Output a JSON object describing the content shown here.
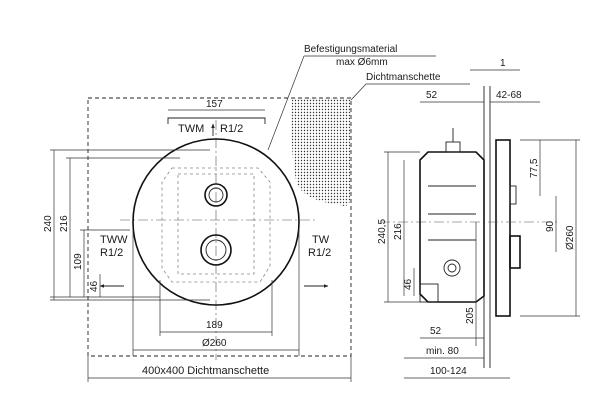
{
  "front_view": {
    "dim_frame": "400x400  Dichtmanschette",
    "dim_width_189": "189",
    "dim_diameter_260": "Ø260",
    "dim_157": "157",
    "dim_height_240": "240",
    "dim_height_216": "216",
    "dim_height_109": "109",
    "dim_height_46": "46",
    "port_twm": "TWM",
    "port_twm_thread": "R1/2",
    "port_tww": "TWW",
    "port_tww_thread": "R1/2",
    "port_tw": "TW",
    "port_tw_thread": "R1/2"
  },
  "side_view": {
    "note_befestigung": "Befestigungsmaterial",
    "note_max": "max Ø6mm",
    "note_dichtmanschette": "Dichtmanschette",
    "dim_1": "1",
    "dim_52_top": "52",
    "dim_42_68": "42-68",
    "dim_77_5": "77,5",
    "dim_90": "90",
    "dim_diameter_260": "Ø260",
    "dim_240_5": "240,5",
    "dim_216": "216",
    "dim_46": "46",
    "dim_205": "205",
    "dim_52_bottom": "52",
    "dim_min_80": "min. 80",
    "dim_100_124": "100-124"
  }
}
